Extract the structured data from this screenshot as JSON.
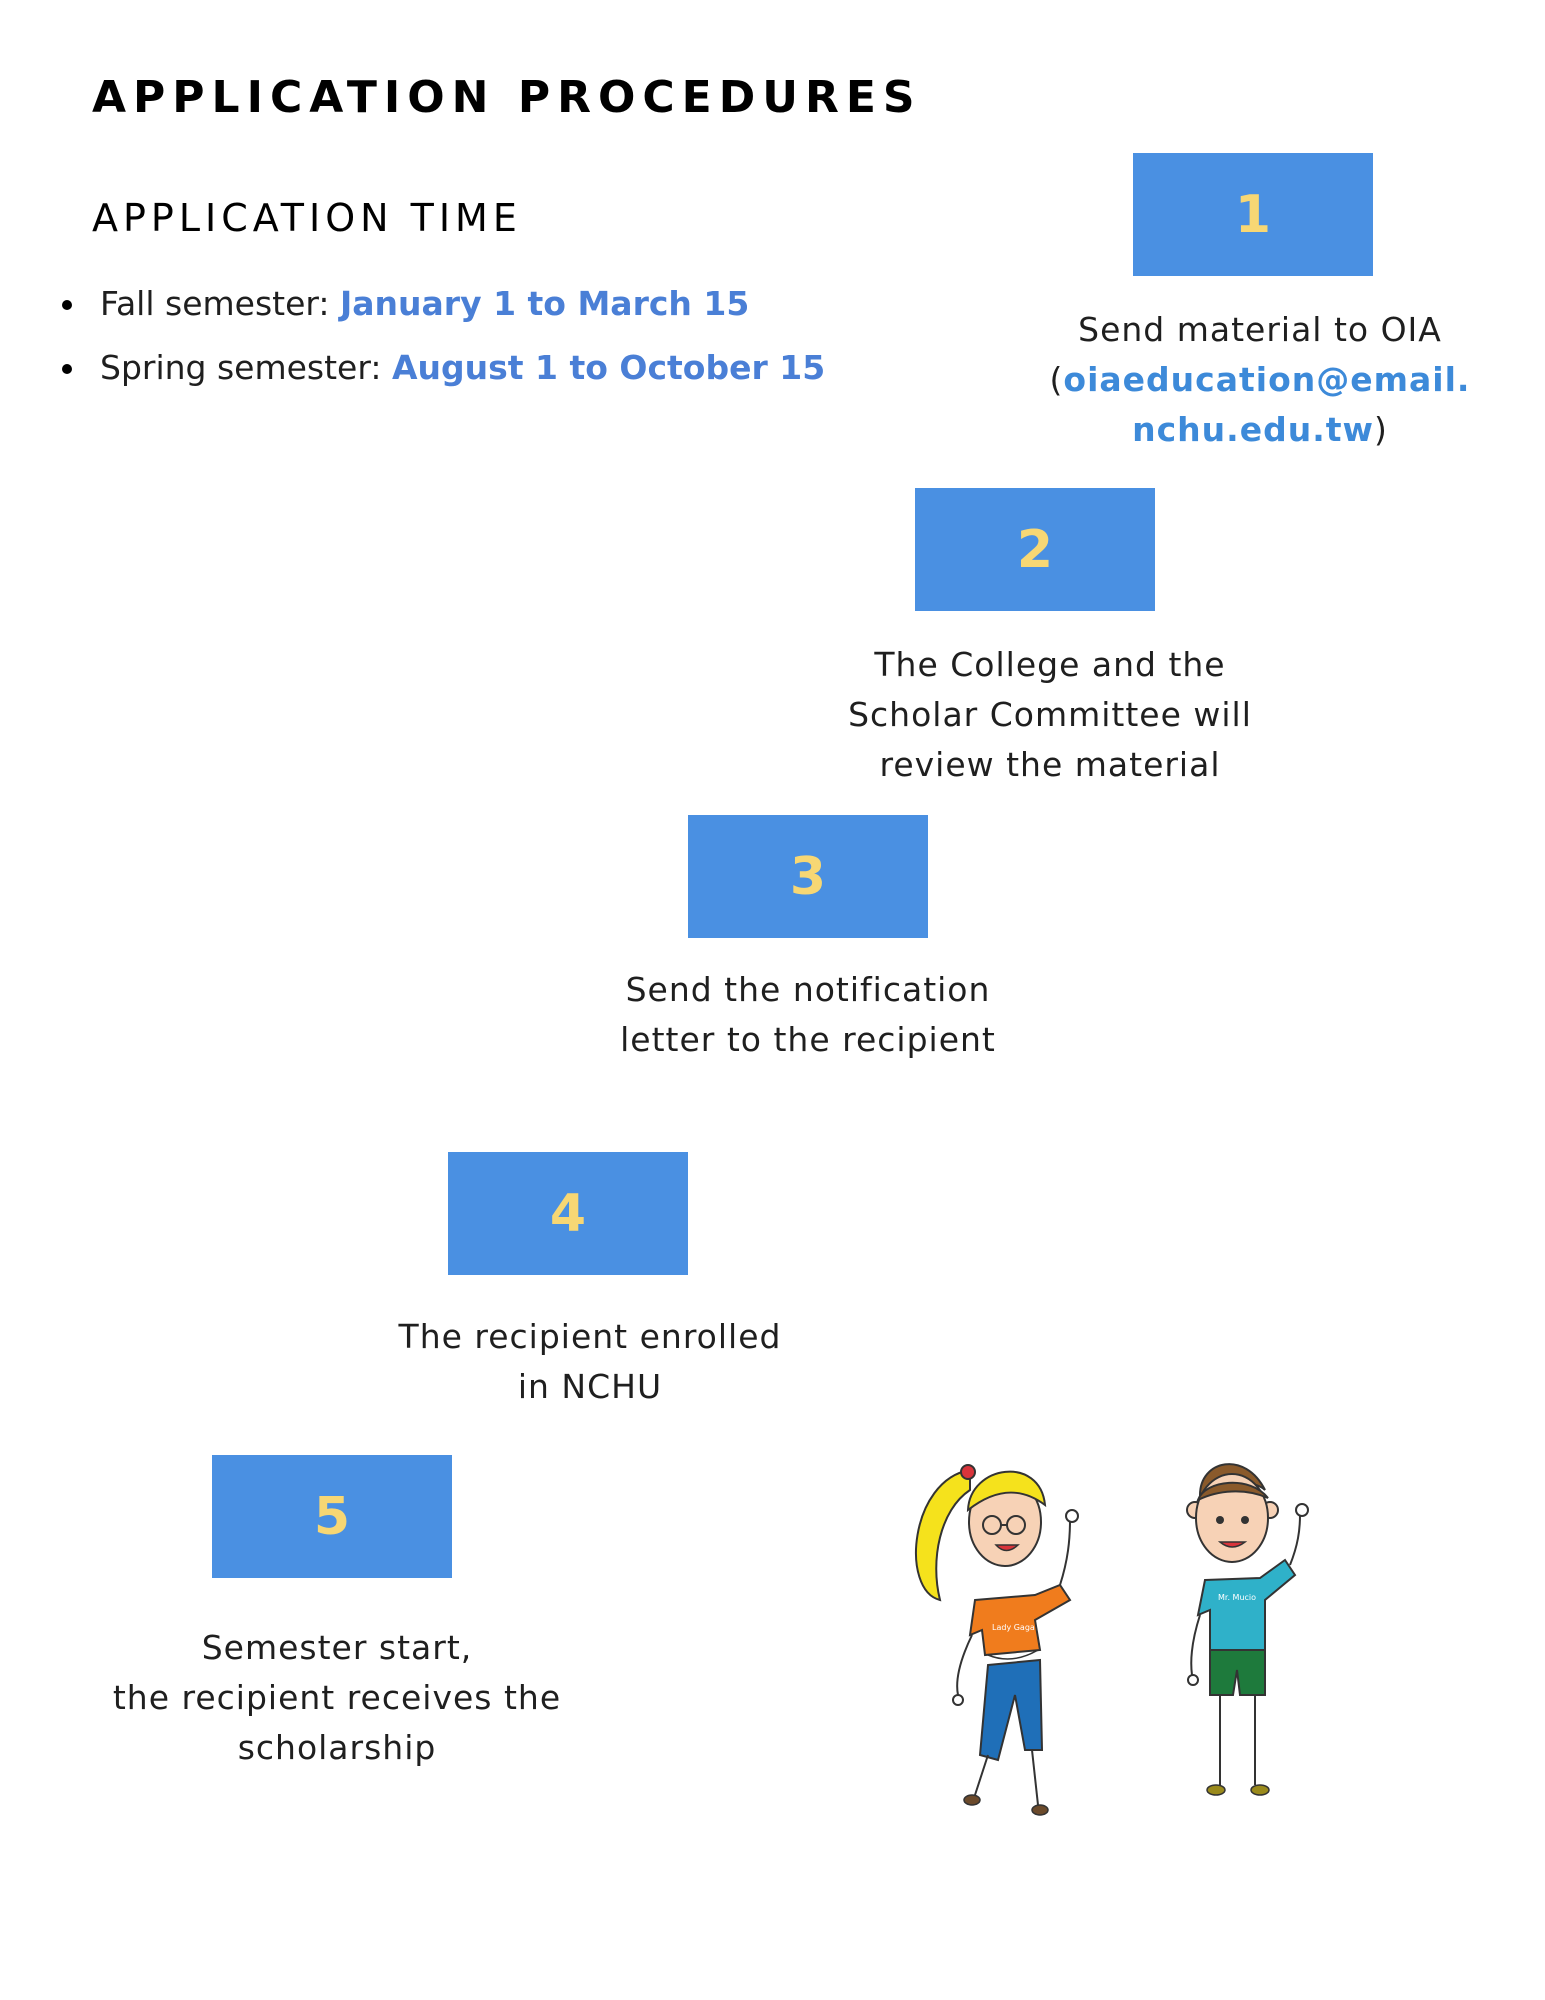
{
  "title": "APPLICATION PROCEDURES",
  "application_time": {
    "heading": "APPLICATION TIME",
    "items": [
      {
        "label": "Fall semester:",
        "dates": "January 1 to March 15"
      },
      {
        "label": "Spring semester:",
        "dates": "August 1 to October 15"
      }
    ]
  },
  "steps": [
    {
      "number": "1",
      "line1": "Send material to OIA",
      "email_open": "(",
      "email_part1": "oiaeducation@email.",
      "email_part2": "nchu.edu.tw",
      "email_close": ")"
    },
    {
      "number": "2",
      "line1": "The College and the",
      "line2": "Scholar Committee will",
      "line3": "review the material"
    },
    {
      "number": "3",
      "line1": "Send the notification",
      "line2": "letter to the recipient"
    },
    {
      "number": "4",
      "line1": "The recipient enrolled",
      "line2": "in NCHU"
    },
    {
      "number": "5",
      "line1": "Semester start,",
      "line2": "the recipient receives the",
      "line3": "scholarship"
    }
  ],
  "illustration": {
    "girl_shirt_text": "Lady Gaga",
    "boy_shirt_text": "Mr. Mucio"
  },
  "colors": {
    "box": "#4a90e2",
    "number": "#f7d774",
    "accent": "#4a7fd6",
    "email": "#3d8ad9"
  }
}
